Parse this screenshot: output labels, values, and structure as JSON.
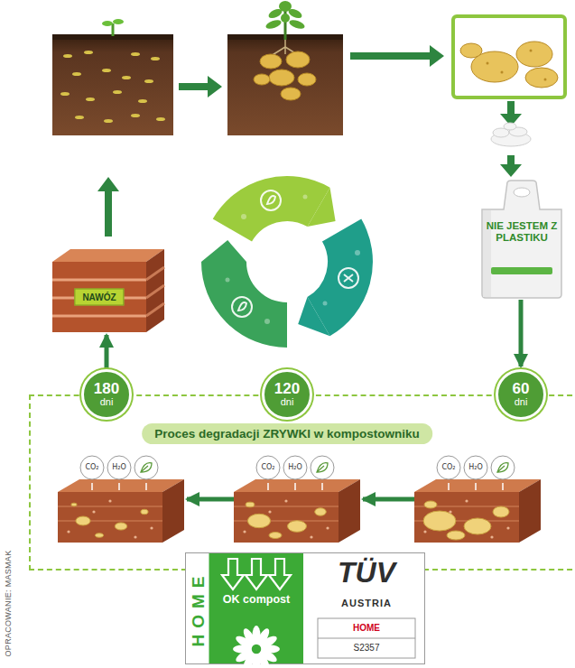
{
  "diagram": {
    "nodes": [
      {
        "text": [
          "NAWÓZ"
        ]
      },
      {
        "text": [
          "NIE JESTEM Z PLASTIKU"
        ]
      },
      {
        "text": [
          "Proces degradacji ZRYWKI w kompostowniku"
        ]
      },
      {
        "text": [
          "180",
          "dni"
        ]
      },
      {
        "text": [
          "120",
          "dni"
        ]
      },
      {
        "text": [
          "60",
          "dni"
        ]
      },
      {
        "text": [
          "CO₂",
          "H₂O"
        ],
        "in": 2
      },
      {
        "text": [
          "CO₂",
          "H₂O"
        ],
        "in": 2
      },
      {
        "text": [
          "CO₂",
          "H₂O"
        ],
        "in": 2
      },
      {
        "text": [
          "HOME",
          "OK compost",
          "TÜV",
          "AUSTRIA",
          "HOME",
          "S2357"
        ]
      }
    ],
    "edges": [
      {
        "from": 1,
        "to": 5,
        "arrow": "to"
      },
      {
        "from": 8,
        "to": 7,
        "arrow": "to"
      },
      {
        "from": 7,
        "to": 6,
        "arrow": "to"
      },
      {
        "from": 3,
        "to": 0,
        "arrow": "to"
      }
    ],
    "labels": [
      "OPRACOWANIE: MASMAK"
    ]
  }
}
